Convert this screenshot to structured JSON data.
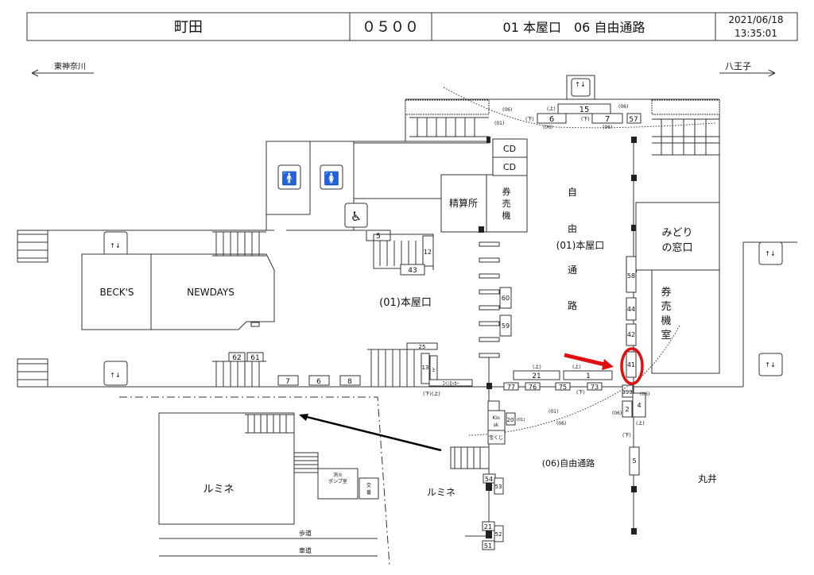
{
  "header": {
    "station": "町田",
    "code": "０５００",
    "exits": "01 本屋口　06 自由通路",
    "date": "2021/06/18",
    "time": "13:35:01"
  },
  "directions": {
    "left": "東神奈川",
    "right": "八王子"
  },
  "facilities": {
    "cd1": "CD",
    "cd2": "CD",
    "seisanjo": "精算所",
    "kenbaiki": [
      "券",
      "売",
      "機"
    ],
    "midori": [
      "みどり",
      "の窓口"
    ],
    "kenbaikishitsu": [
      "券",
      "売",
      "機",
      "室"
    ],
    "becks": "BECK'S",
    "newdays": "NEWDAYS",
    "lumine_left": "ルミネ",
    "lumine_right": "ルミネ",
    "marui": "丸井",
    "pump": [
      "消火",
      "ポンプ室"
    ],
    "koban": [
      "交",
      "番"
    ],
    "kiosk": [
      "Kio",
      "sk"
    ],
    "takarakuji": "宝くじ",
    "coin_locker": "ｺｲﾝﾛｯｶｰ",
    "sidewalk": "歩道",
    "roadway": "車道"
  },
  "areas": {
    "honya_main": "(01)本屋口",
    "corridor": [
      "自",
      "由",
      "(01)本屋口",
      "通",
      "路"
    ],
    "jiyu_tsuro": "(06)自由通路"
  },
  "gates": {
    "top": [
      "15",
      "6",
      "7",
      "57"
    ],
    "left": [
      "5",
      "12",
      "43",
      "62",
      "61",
      "7",
      "6",
      "8",
      "25",
      "13",
      "3"
    ],
    "center": [
      "60",
      "59",
      "21",
      "1",
      "77",
      "76",
      "75",
      "73",
      "20"
    ],
    "right": [
      "58",
      "44",
      "42",
      "41",
      "399",
      "4",
      "2",
      "5"
    ],
    "bottom": [
      "54",
      "53",
      "21",
      "52",
      "51"
    ]
  },
  "marks": {
    "up": "(上)",
    "down": "(下)",
    "e01": "(01)",
    "e06": "(06)"
  },
  "highlight": {
    "color": "#e01010",
    "target": "41"
  }
}
